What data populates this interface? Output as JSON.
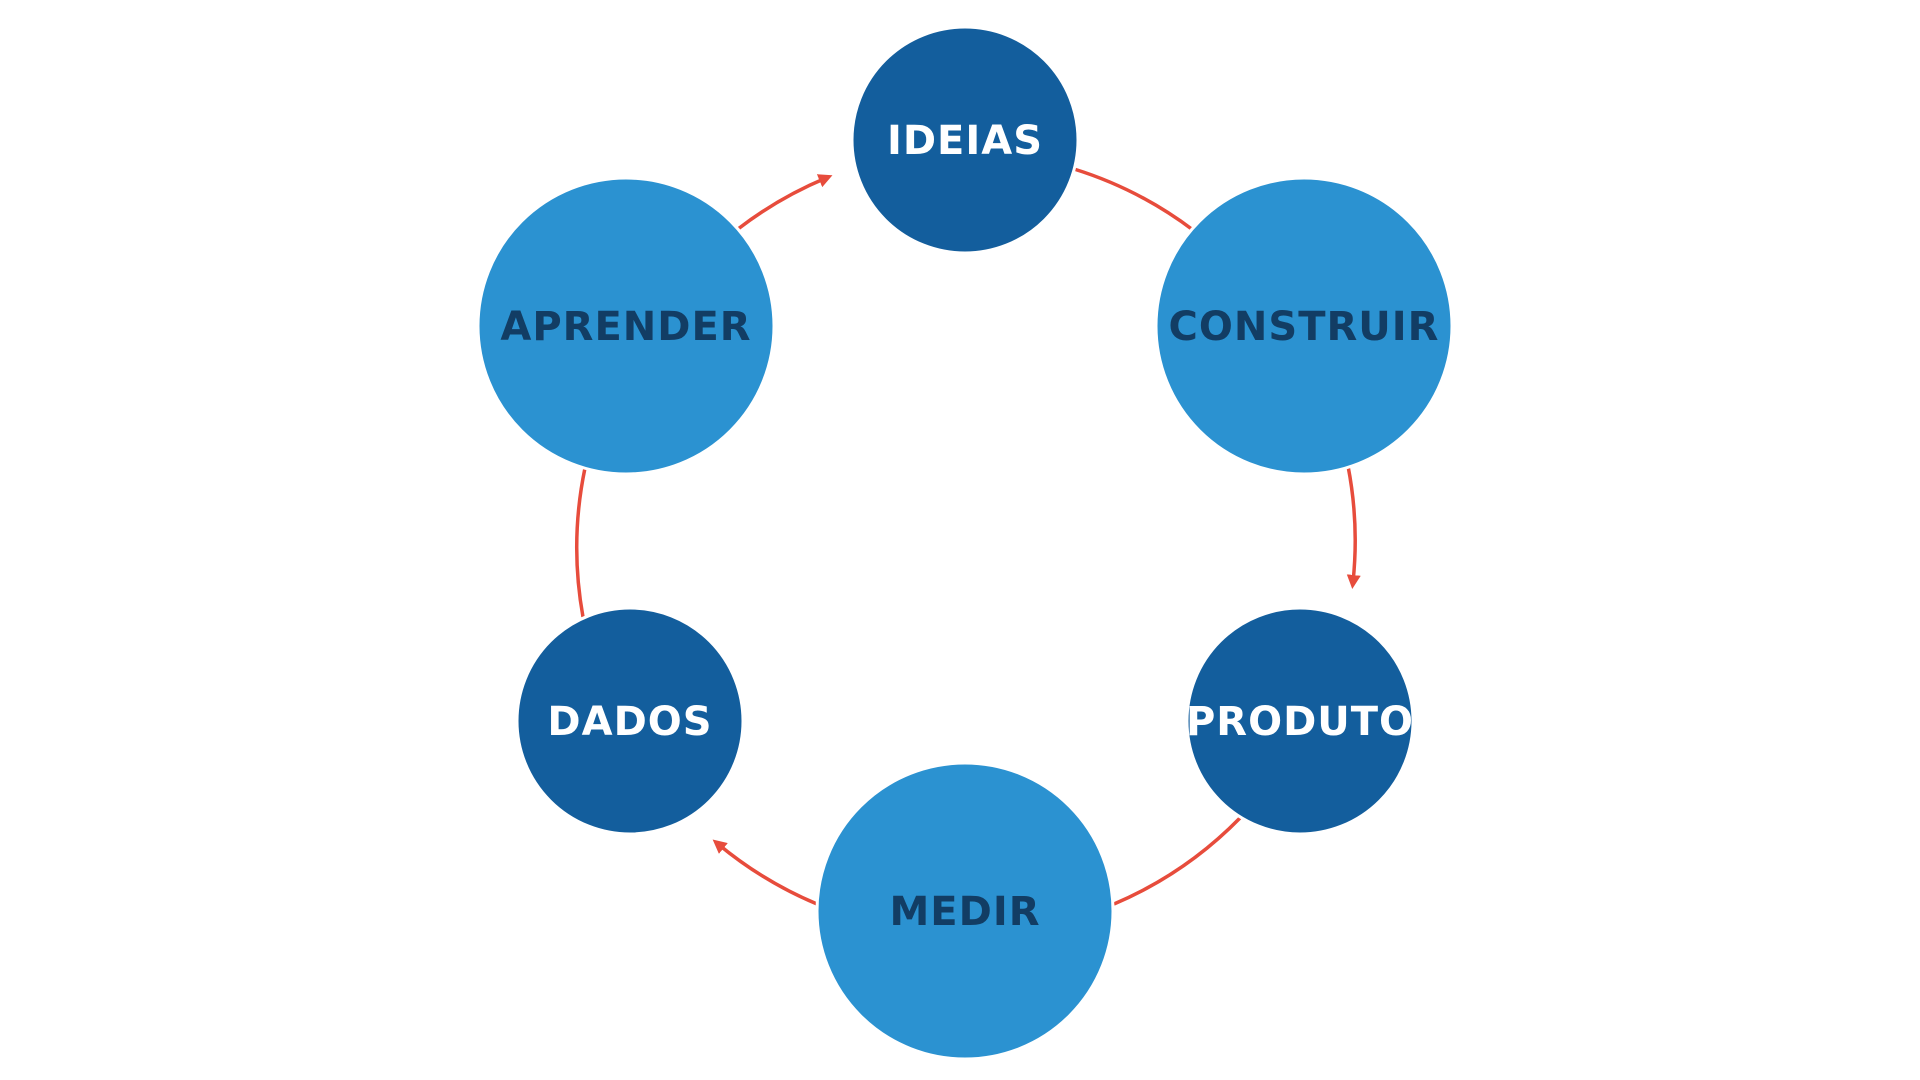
{
  "diagram": {
    "nodes": {
      "ideias": "IDEIAS",
      "construir": "CONSTRUIR",
      "produto": "PRODUTO",
      "medir": "MEDIR",
      "dados": "DADOS",
      "aprender": "APRENDER"
    }
  },
  "colors": {
    "dark_node": "#135e9d",
    "light_node": "#2b92d1",
    "arrow": "#e74c3c",
    "dark_text": "#ffffff",
    "light_text": "#123d64",
    "background": "#ffffff"
  }
}
